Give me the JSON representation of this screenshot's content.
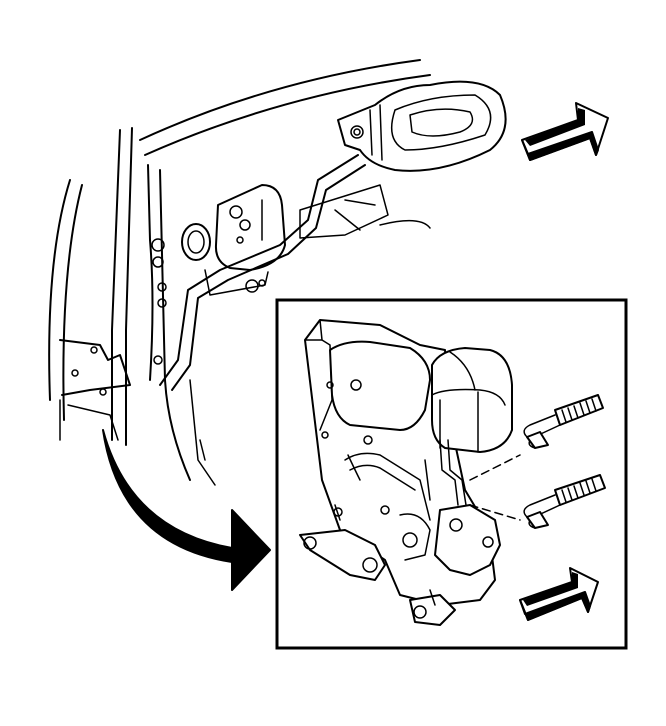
{
  "figure": {
    "description_icons": [
      "door-panel",
      "inside-handle",
      "door-lock-actuator",
      "forward-arrow",
      "callout-arrow"
    ],
    "colors": {
      "line": "#000000",
      "background": "#ffffff"
    }
  }
}
